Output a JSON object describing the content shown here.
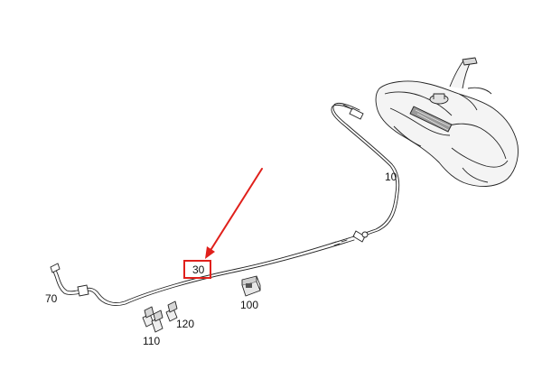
{
  "diagram": {
    "callouts": {
      "fuel_tank": "",
      "line_10": "10",
      "line_30": "30",
      "part_70": "70",
      "part_100": "100",
      "part_110": "110",
      "part_120": "120"
    },
    "colors": {
      "highlight": "#e0201b",
      "line_art": "#222222",
      "background": "#ffffff"
    },
    "highlighted_callout": "30"
  }
}
